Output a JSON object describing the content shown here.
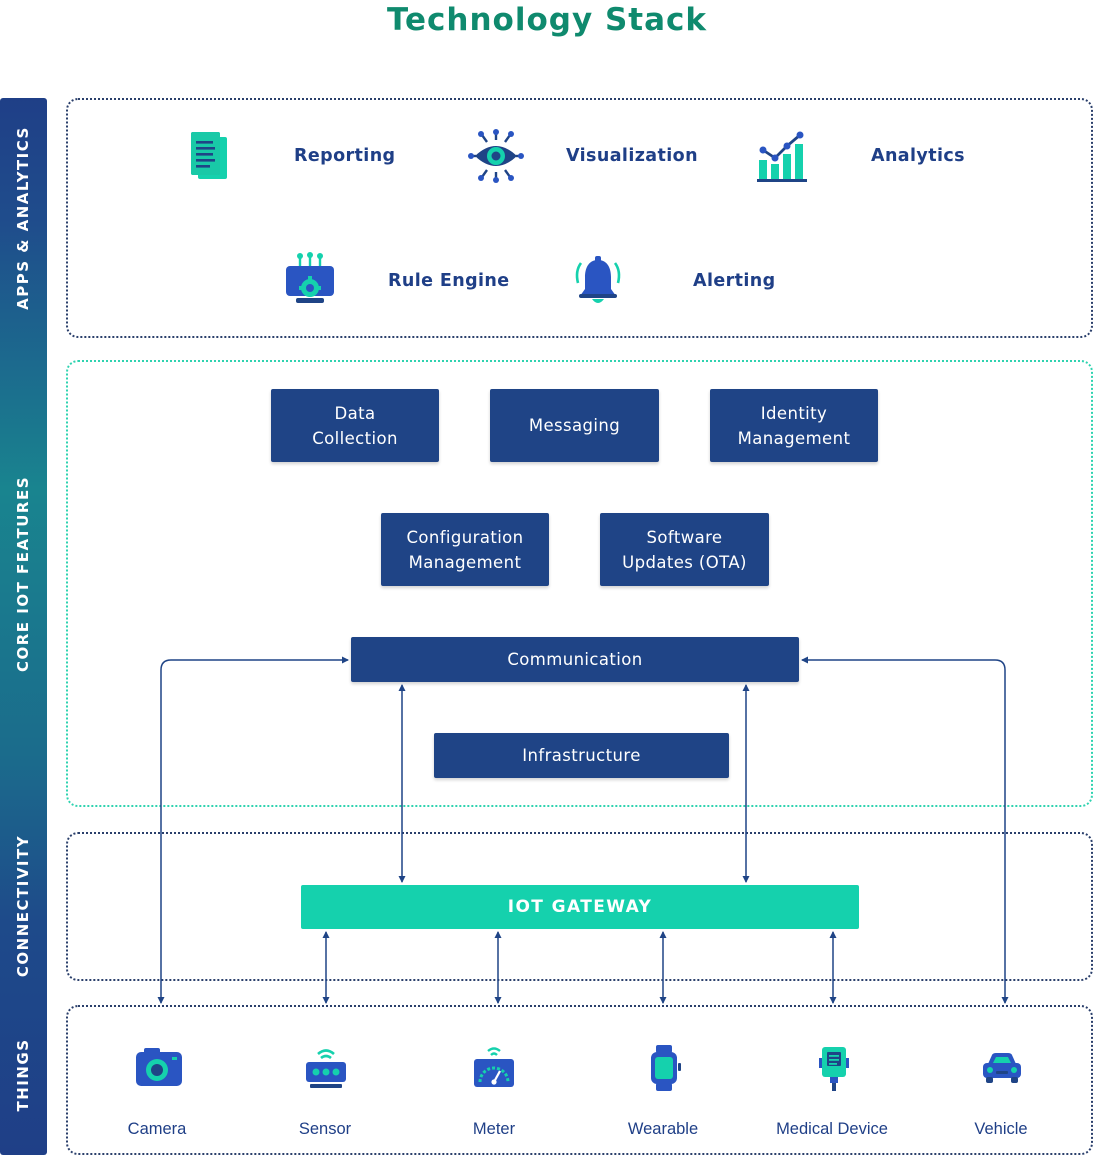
{
  "title": "Technology Stack",
  "layers": {
    "apps": "APPS & ANALYTICS",
    "core": "CORE IOT FEATURES",
    "connectivity": "CONNECTIVITY",
    "things": "THINGS"
  },
  "apps": [
    {
      "label": "Reporting",
      "icon": "report-document-icon"
    },
    {
      "label": "Visualization",
      "icon": "eye-network-icon"
    },
    {
      "label": "Analytics",
      "icon": "bar-chart-trend-icon"
    },
    {
      "label": "Rule Engine",
      "icon": "rule-engine-gear-icon"
    },
    {
      "label": "Alerting",
      "icon": "bell-alert-icon"
    }
  ],
  "features": {
    "data_collection": "Data\nCollection",
    "messaging": "Messaging",
    "identity": "Identity\nManagement",
    "configuration": "Configuration\nManagement",
    "software_updates": "Software\nUpdates (OTA)",
    "communication": "Communication",
    "infrastructure": "Infrastructure"
  },
  "gateway": "IOT GATEWAY",
  "things": [
    {
      "label": "Camera",
      "icon": "camera-icon"
    },
    {
      "label": "Sensor",
      "icon": "sensor-icon"
    },
    {
      "label": "Meter",
      "icon": "meter-gauge-icon"
    },
    {
      "label": "Wearable",
      "icon": "smartwatch-icon"
    },
    {
      "label": "Medical Device",
      "icon": "medical-device-icon"
    },
    {
      "label": "Vehicle",
      "icon": "car-icon"
    }
  ],
  "colors": {
    "navy": "#1f4486",
    "teal": "#15d1ad",
    "title": "#0f8a6e"
  }
}
